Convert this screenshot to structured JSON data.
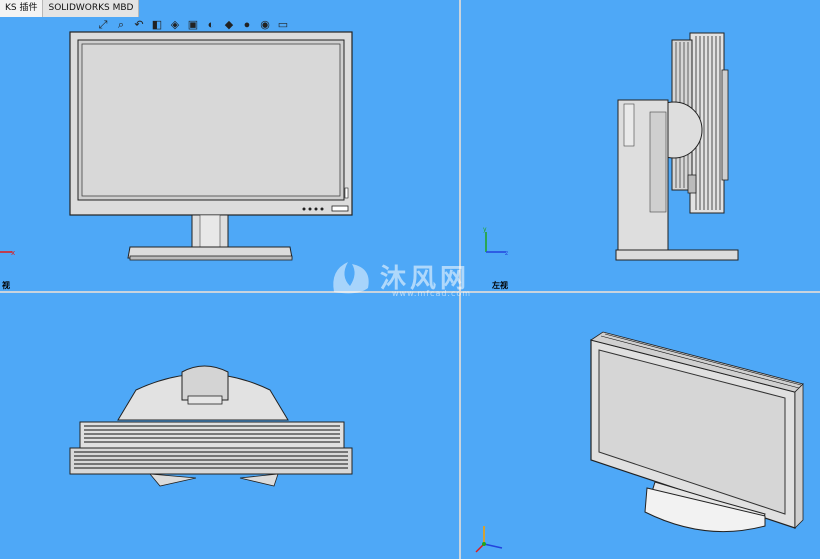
{
  "tabs": [
    {
      "label": "KS 插件"
    },
    {
      "label": "SOLIDWORKS MBD"
    }
  ],
  "toolbar_icons": [
    "zoom-fit-icon",
    "zoom-area-icon",
    "previous-view-icon",
    "section-view-icon",
    "view-orientation-icon",
    "display-style-icon",
    "hide-show-icon",
    "edit-appearance-icon",
    "apply-scene-icon",
    "view-settings-icon",
    "screen-capture-icon"
  ],
  "views": {
    "top_left_label": "视",
    "top_right_label": "左视"
  },
  "watermark": {
    "text": "沐风网",
    "url": "www.mfcad.com"
  },
  "colors": {
    "viewport_bg": "#4ea8f7",
    "divider": "#c9d4de"
  }
}
